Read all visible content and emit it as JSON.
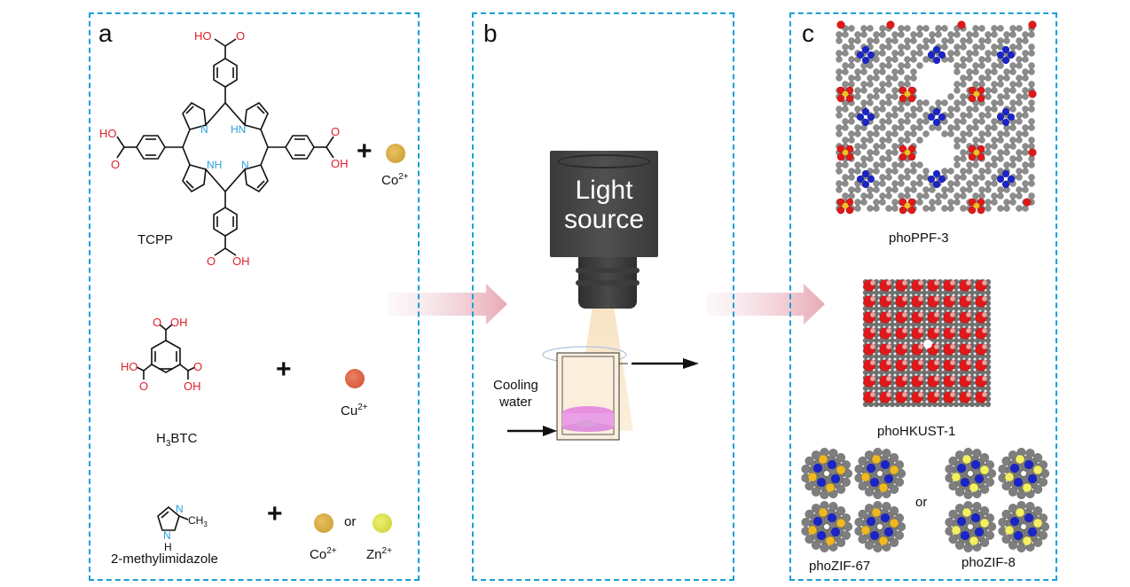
{
  "panels": {
    "a": {
      "letter": "a",
      "rows": [
        {
          "ligand": "TCPP",
          "metal_ion": "Co",
          "metal_charge": "2+",
          "metal_color": "#d9a93a",
          "plus": "+"
        },
        {
          "ligand_main": "H",
          "ligand_sub": "3",
          "ligand_rest": "BTC",
          "metal_ion": "Cu",
          "metal_charge": "2+",
          "metal_color": "#d8603e",
          "plus": "+"
        },
        {
          "ligand": "2-methylimidazole",
          "metal_ion_1": "Co",
          "metal_charge_1": "2+",
          "metal_color_1": "#d9a93a",
          "connector": "or",
          "metal_ion_2": "Zn",
          "metal_charge_2": "2+",
          "metal_color_2": "#d4e04a",
          "plus": "+"
        }
      ],
      "structure_atoms": {
        "hydroxyl": "HO",
        "hydroxyl_r": "OH",
        "oxygen": "O",
        "nitrogen": "N",
        "nh": "NH",
        "hn": "HN",
        "methyl_main": "CH",
        "methyl_sub": "3",
        "h": "H"
      }
    },
    "b": {
      "letter": "b",
      "light_source_line1": "Light",
      "light_source_line2": "source",
      "cooling_line1": "Cooling",
      "cooling_line2": "water"
    },
    "c": {
      "letter": "c",
      "products": [
        {
          "name": "phoPPF-3"
        },
        {
          "name": "phoHKUST-1"
        },
        {
          "name": "phoZIF-67"
        },
        {
          "name": "phoZIF-8"
        }
      ],
      "connector": "or"
    }
  },
  "colors": {
    "border": "#1aa0d8",
    "oxygen_red": "#e0202a",
    "nitrogen_blue": "#2aa0dc",
    "arrow_pink": "#e8a8b4"
  }
}
